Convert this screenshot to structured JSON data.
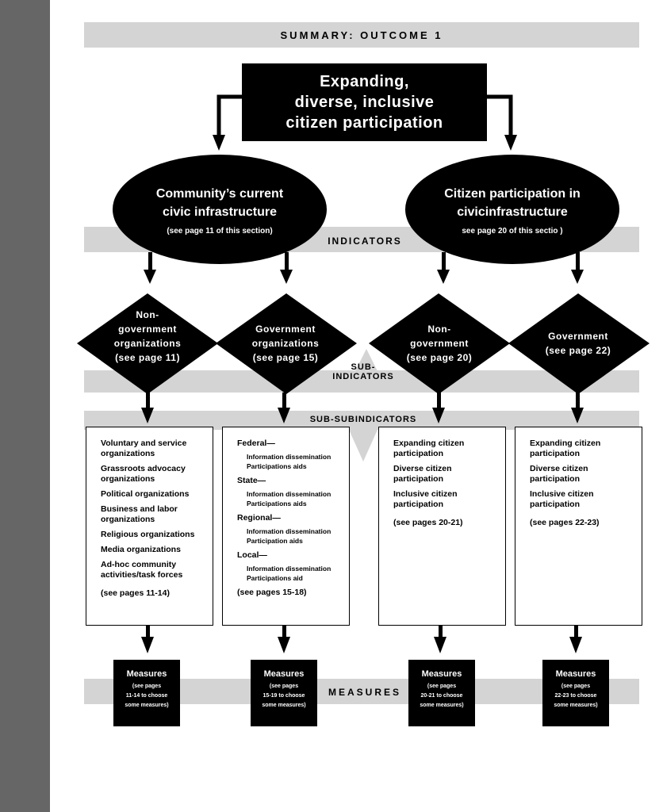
{
  "header": {
    "title": "SUMMARY:  OUTCOME 1"
  },
  "main_box": {
    "line1": "Expanding,",
    "line2": "diverse, inclusive",
    "line3": "citizen participation"
  },
  "indicators": [
    {
      "line1": "Community’s current",
      "line2": "civic infrastructure",
      "ref": "(see page 11 of this section)"
    },
    {
      "line1": "Citizen participation in",
      "line2": "civicinfrastructure",
      "ref": "see page 20 of this sectio )"
    }
  ],
  "bands": {
    "indicators": "INDICATORS",
    "sub_line1": "SUB-",
    "sub_line2": "INDICATORS",
    "subsub": "SUB-SUBINDICATORS",
    "measures": "MEASURES"
  },
  "subindicators": [
    {
      "lines": [
        "Non-",
        "government",
        "organizations",
        "(see page 11)"
      ]
    },
    {
      "lines": [
        "Government",
        "organizations",
        "(see page 15)"
      ]
    },
    {
      "lines": [
        "Non-",
        "government",
        "(see page 20)"
      ]
    },
    {
      "lines": [
        "Government",
        "(see page 22)"
      ]
    }
  ],
  "card1": {
    "items": [
      "Voluntary and service organizations",
      "Grassroots advocacy organizations",
      "Political organizations",
      "Business and labor organizations",
      "Religious organizations",
      "Media organizations",
      "Ad-hoc community activities/task forces"
    ],
    "see": "(see pages 11-14)"
  },
  "card2": {
    "groups": [
      {
        "header": "Federal—",
        "subs": [
          "Information dissemination",
          "Participations aids"
        ]
      },
      {
        "header": "State—",
        "subs": [
          "Information dissemination",
          "Participations aids"
        ]
      },
      {
        "header": "Regional—",
        "subs": [
          "Information dissemination",
          "Participation  aids"
        ]
      },
      {
        "header": "Local—",
        "subs": [
          "Information dissemination",
          "Participations aid"
        ]
      }
    ],
    "see": "(see pages 15-18)"
  },
  "card3": {
    "items": [
      "Expanding citizen participation",
      "Diverse citizen participation",
      "Inclusive citizen participation"
    ],
    "see": "(see pages 20-21)"
  },
  "card4": {
    "items": [
      "Expanding citizen participation",
      "Diverse citizen participation",
      "Inclusive citizen participation"
    ],
    "see": "(see pages 22-23)"
  },
  "measures": [
    {
      "title": "Measures",
      "l1": "(see pages",
      "l2": "11-14 to choose",
      "l3": "some measures)"
    },
    {
      "title": "Measures",
      "l1": "(see pages",
      "l2": "15-19 to choose",
      "l3": "some measures)"
    },
    {
      "title": "Measures",
      "l1": "(see pages",
      "l2": "20-21 to choose",
      "l3": "some measures)"
    },
    {
      "title": "Measures",
      "l1": "(see pages",
      "l2": "22-23 to choose",
      "l3": "some measures)"
    }
  ]
}
